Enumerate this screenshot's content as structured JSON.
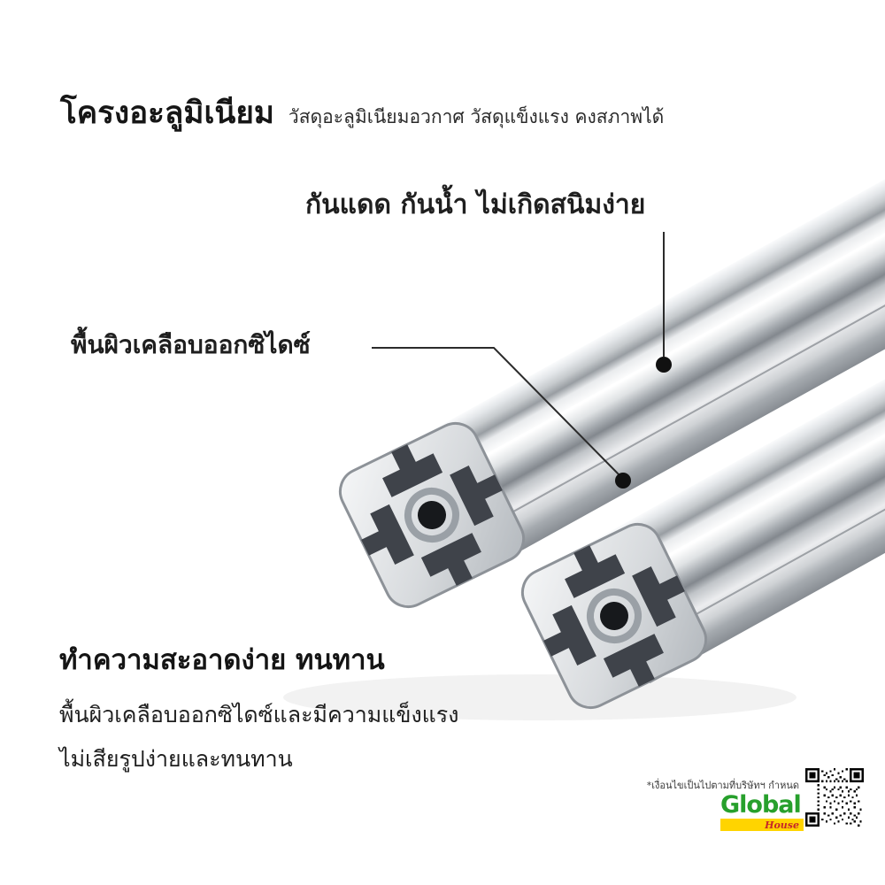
{
  "header": {
    "title": "โครงอะลูมิเนียม",
    "subtitle": "วัสดุอะลูมิเนียมอวกาศ วัสดุแข็งแรง คงสภาพได้"
  },
  "callouts": [
    {
      "label": "กันแดด กันน้ำ ไม่เกิดสนิมง่าย"
    },
    {
      "label": "พื้นผิวเคลือบออกซิไดซ์"
    }
  ],
  "footer": {
    "heading": "ทำความสะอาดง่าย ทนทาน",
    "line1": "พื้นผิวเคลือบออกซิไดซ์และมีความแข็งแรง",
    "line2": "ไม่เสียรูปง่ายและทนทาน",
    "disclaimer": "*เงื่อนไขเป็นไปตามที่บริษัทฯ กำหนด"
  },
  "brand": {
    "name": "Global",
    "sub": "House",
    "colors": {
      "green": "#27a02c",
      "yellow": "#ffd400",
      "red": "#c62828"
    }
  },
  "illustration": {
    "subject": "two-aluminum-t-slot-extrusion-profiles",
    "colors": {
      "metal_light": "#ffffff",
      "metal_dark": "#83888e",
      "callout_line": "#2b2b2b",
      "slot_dark": "#3f434a"
    }
  }
}
